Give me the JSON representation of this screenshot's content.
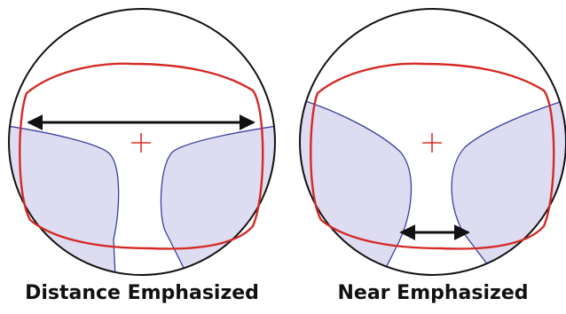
{
  "lenses": [
    {
      "caption": "Distance Emphasized",
      "emphasis": "distance",
      "icons": [
        "lens-outline",
        "frame-outline",
        "peripheral-zone",
        "fitting-cross",
        "width-arrow"
      ]
    },
    {
      "caption": "Near Emphasized",
      "emphasis": "near",
      "icons": [
        "lens-outline",
        "frame-outline",
        "peripheral-zone",
        "fitting-cross",
        "width-arrow"
      ]
    }
  ],
  "colors": {
    "lens_outline": "#111111",
    "frame_outline": "#d42a26",
    "zone_fill": "#dedcf0",
    "zone_stroke": "#3a3fa0",
    "cross": "#e0302a",
    "arrow": "#111111",
    "caption": "#111111"
  }
}
